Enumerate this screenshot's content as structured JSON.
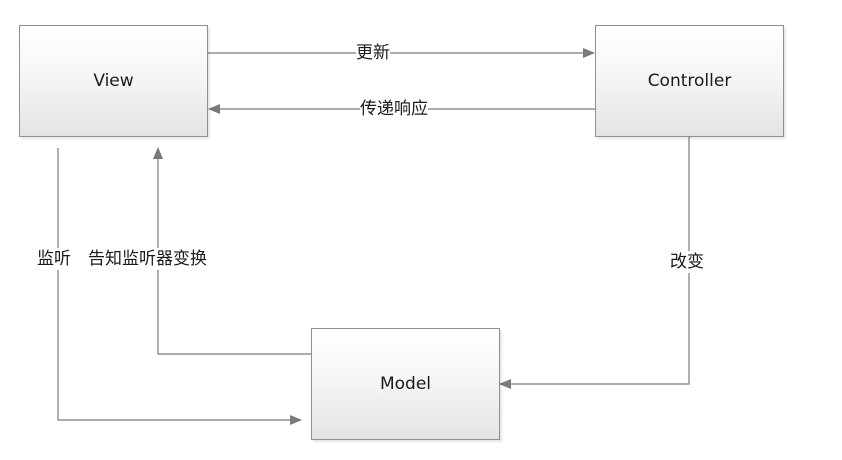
{
  "nodes": {
    "view": "View",
    "controller": "Controller",
    "model": "Model"
  },
  "edges": {
    "update": "更新",
    "respond": "传递响应",
    "listen": "监听",
    "notify": "告知监听器变换",
    "change": "改变"
  },
  "colors": {
    "line": "#7a7a7a",
    "node_border": "#8f8f8f",
    "node_fill_top": "#ffffff",
    "node_fill_bottom": "#e4e4e4",
    "text": "#1a1a1a"
  }
}
